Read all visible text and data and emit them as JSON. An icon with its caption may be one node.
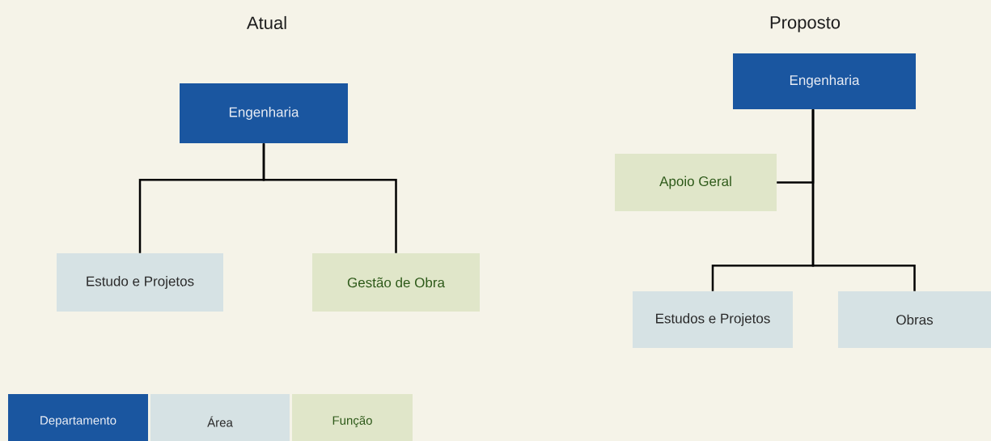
{
  "diagram": {
    "nodes": [
      {
        "text": [
          "Engenharia"
        ]
      },
      {
        "text": [
          "Estudo e Projetos"
        ]
      },
      {
        "text": [
          "Gestão de Obra"
        ]
      },
      {
        "text": [
          "Engenharia"
        ]
      },
      {
        "text": [
          "Apoio Geral"
        ]
      },
      {
        "text": [
          "Estudos e Projetos"
        ]
      },
      {
        "text": [
          "Obras"
        ]
      }
    ],
    "edges": [
      {
        "from": 0,
        "to": 1,
        "arrow": "none"
      },
      {
        "from": 0,
        "to": 2,
        "arrow": "none"
      },
      {
        "from": 3,
        "to": 4,
        "arrow": "none"
      },
      {
        "from": 3,
        "to": 5,
        "arrow": "none"
      },
      {
        "from": 3,
        "to": 6,
        "arrow": "none"
      }
    ],
    "labels": [
      "Atual",
      "Proposto"
    ],
    "legend": [
      {
        "text": "Departamento",
        "color": "#1a56a0"
      },
      {
        "text": "Área",
        "color": "#d6e2e4"
      },
      {
        "text": "Função",
        "color": "#e0e6c9"
      }
    ]
  }
}
